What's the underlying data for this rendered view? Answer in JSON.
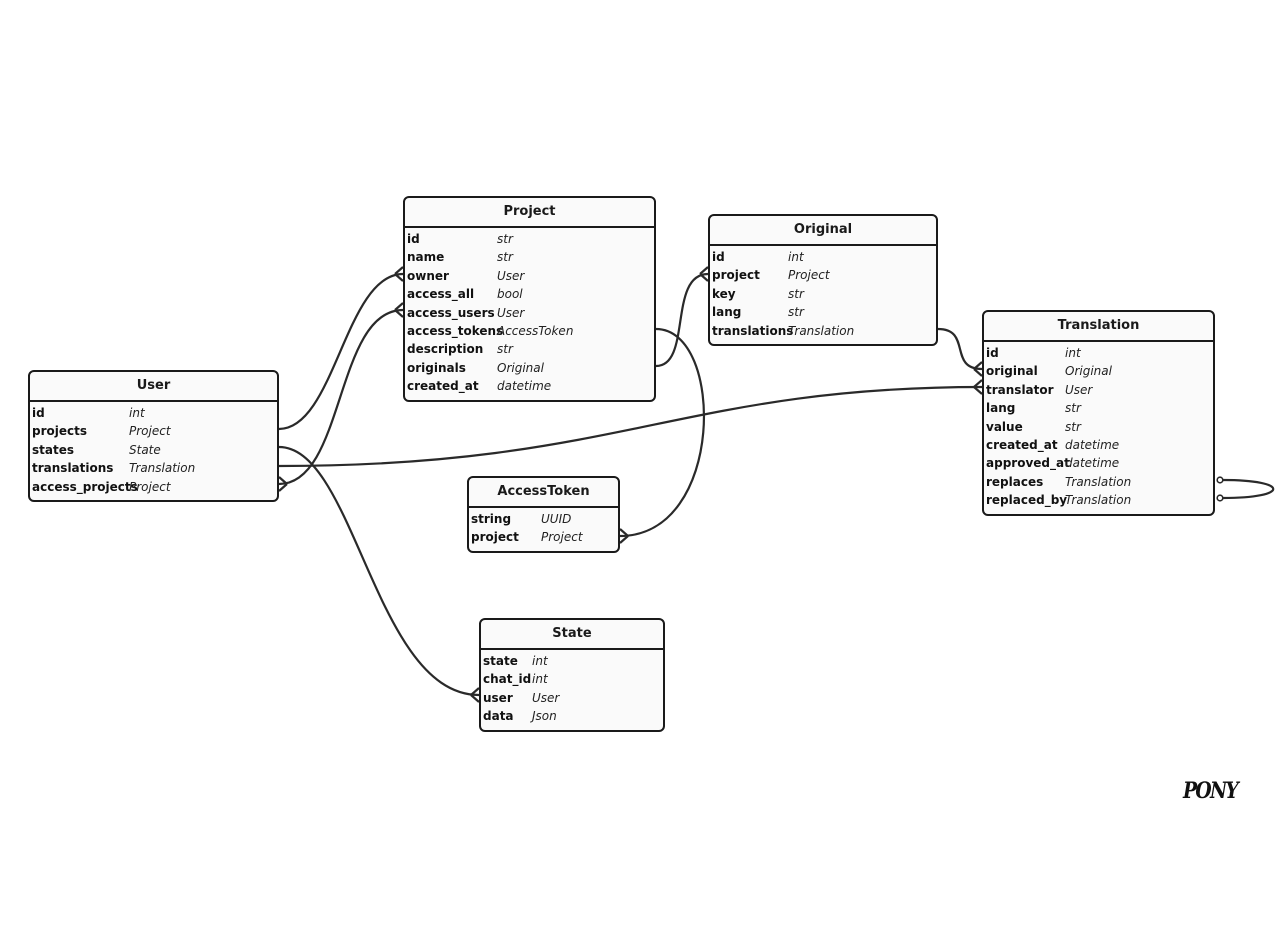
{
  "entities": [
    {
      "name": "Project",
      "attrs": [
        [
          "id",
          "str"
        ],
        [
          "name",
          "str"
        ],
        [
          "owner",
          "User"
        ],
        [
          "access_all",
          "bool"
        ],
        [
          "access_users",
          "User"
        ],
        [
          "access_tokens",
          "AccessToken"
        ],
        [
          "description",
          "str"
        ],
        [
          "originals",
          "Original"
        ],
        [
          "created_at",
          "datetime"
        ]
      ]
    },
    {
      "name": "Original",
      "attrs": [
        [
          "id",
          "int"
        ],
        [
          "project",
          "Project"
        ],
        [
          "key",
          "str"
        ],
        [
          "lang",
          "str"
        ],
        [
          "translations",
          "Translation"
        ]
      ]
    },
    {
      "name": "Translation",
      "attrs": [
        [
          "id",
          "int"
        ],
        [
          "original",
          "Original"
        ],
        [
          "translator",
          "User"
        ],
        [
          "lang",
          "str"
        ],
        [
          "value",
          "str"
        ],
        [
          "created_at",
          "datetime"
        ],
        [
          "approved_at",
          "datetime"
        ],
        [
          "replaces",
          "Translation"
        ],
        [
          "replaced_by",
          "Translation"
        ]
      ]
    },
    {
      "name": "User",
      "attrs": [
        [
          "id",
          "int"
        ],
        [
          "projects",
          "Project"
        ],
        [
          "states",
          "State"
        ],
        [
          "translations",
          "Translation"
        ],
        [
          "access_projects",
          "Project"
        ]
      ]
    },
    {
      "name": "AccessToken",
      "attrs": [
        [
          "string",
          "UUID"
        ],
        [
          "project",
          "Project"
        ]
      ]
    },
    {
      "name": "State",
      "attrs": [
        [
          "state",
          "int"
        ],
        [
          "chat_id",
          "int"
        ],
        [
          "user",
          "User"
        ],
        [
          "data",
          "Json"
        ]
      ]
    }
  ],
  "relationships": [
    {
      "from": "User.projects",
      "to": "Project.owner",
      "type": "one-to-many"
    },
    {
      "from": "User.access_projects",
      "to": "Project.access_users",
      "type": "many-to-many"
    },
    {
      "from": "User.states",
      "to": "State.user",
      "type": "one-to-many"
    },
    {
      "from": "User.translations",
      "to": "Translation.translator",
      "type": "one-to-many"
    },
    {
      "from": "Project.originals",
      "to": "Original.project",
      "type": "one-to-many"
    },
    {
      "from": "Project.access_tokens",
      "to": "AccessToken.project",
      "type": "one-to-many"
    },
    {
      "from": "Original.translations",
      "to": "Translation.original",
      "type": "one-to-many"
    },
    {
      "from": "Translation.replaces",
      "to": "Translation.replaced_by",
      "type": "optional-one-to-one"
    }
  ],
  "logo": "PONY"
}
